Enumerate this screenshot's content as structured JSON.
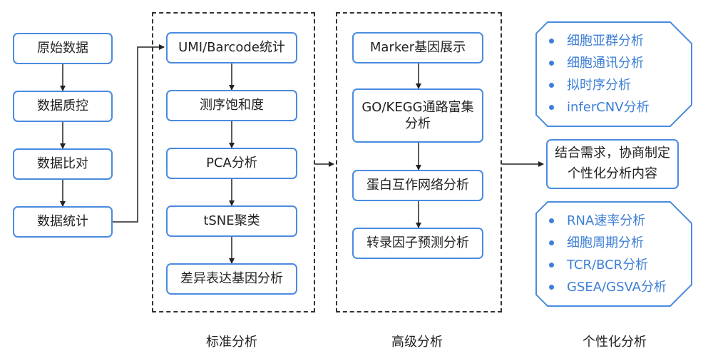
{
  "left_column": {
    "steps": [
      "原始数据",
      "数据质控",
      "数据比对",
      "数据统计"
    ]
  },
  "standard_analysis": {
    "label": "标准分析",
    "steps": [
      "UMI/Barcode统计",
      "测序饱和度",
      "PCA分析",
      "tSNE聚类",
      "差异表达基因分析"
    ]
  },
  "advanced_analysis": {
    "label": "高级分析",
    "steps": [
      "Marker基因展示",
      "GO/KEGG通路富集分析",
      "蛋白互作网络分析",
      "转录因子预测分析"
    ]
  },
  "personalized_analysis": {
    "label": "个性化分析",
    "list_top": [
      "细胞亚群分析",
      "细胞通讯分析",
      "拟时序分析",
      "inferCNV分析"
    ],
    "custom_text": "结合需求，协商制定个性化分析内容",
    "list_bottom": [
      "RNA速率分析",
      "细胞周期分析",
      "TCR/BCR分析",
      "GSEA/GSVA分析"
    ]
  },
  "colors": {
    "accent": "#4a8be0",
    "text_blue": "#3d7fd6",
    "arrow": "#222222"
  }
}
